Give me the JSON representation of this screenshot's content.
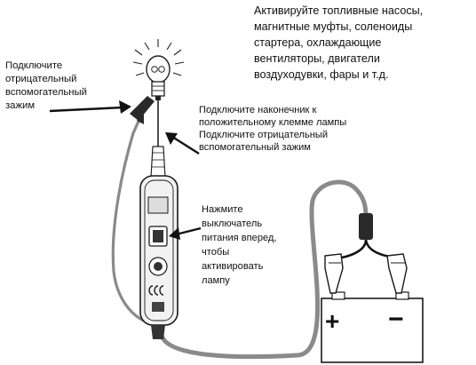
{
  "labels": {
    "activate": "Активируйте топливные насосы,\nмагнитные муфты, соленоиды\nстартера, охлаждающие\nвентиляторы, двигатели\nвоздуходувки, фары и т.д.",
    "connect_negative_aux": "Подключите\nотрицательный\nвспомогательный\nзажим",
    "connect_tip_and_negative": "Подключите наконечник к\nположительному клемме лампы\nПодключите отрицательный\nвспомогательный зажим",
    "press_switch": "Нажмите\nвыключатель\nпитания вперед,\nчтобы\nактивировать\nлампу"
  },
  "battery": {
    "positive_symbol": "+",
    "negative_symbol": "−"
  },
  "colors": {
    "cable": "#8a8a8a",
    "outline": "#1a1a1a",
    "clamp": "#2a2a2a",
    "device_body": "#f2f2f2"
  }
}
